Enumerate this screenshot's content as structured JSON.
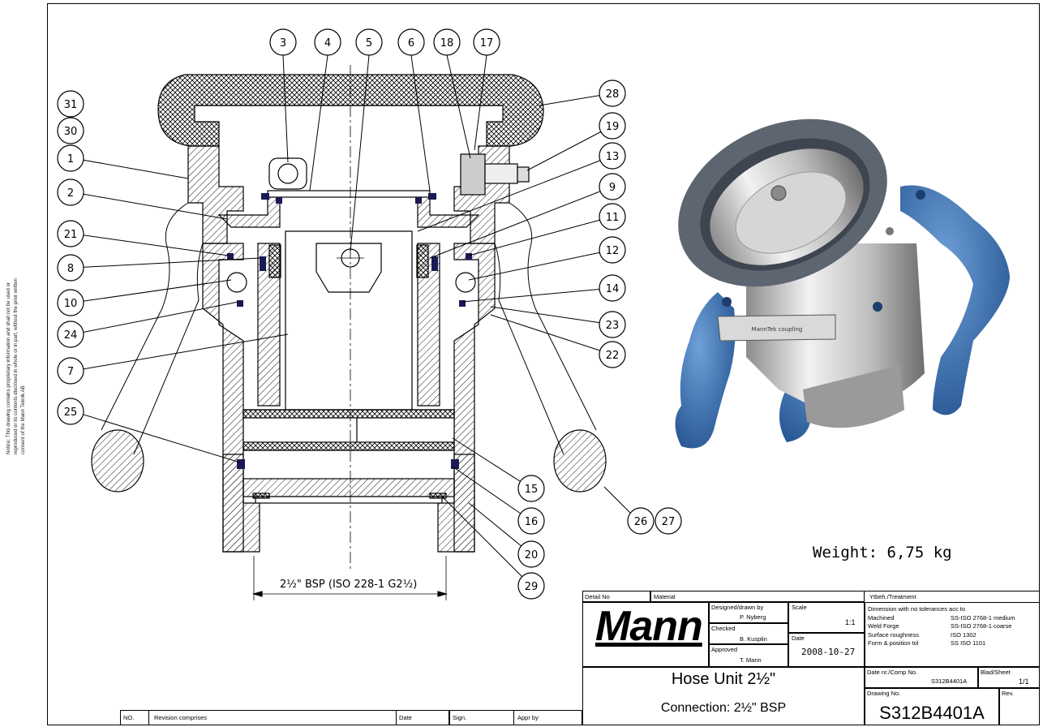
{
  "side_note": "Notice: This drawing contains proprietary information and shall not be used or reproduced or its contents disclosed in whole or in part, without the prior written consent of the Mann Teknik AB",
  "balloons_top": [
    "3",
    "4",
    "5",
    "6",
    "18",
    "17"
  ],
  "balloons_left": [
    "31",
    "30",
    "1",
    "2",
    "21",
    "8",
    "10",
    "24",
    "7",
    "25"
  ],
  "balloons_right": [
    "28",
    "19",
    "13",
    "9",
    "11",
    "12",
    "14",
    "23",
    "22"
  ],
  "balloons_bottom": [
    "15",
    "16",
    "20",
    "29"
  ],
  "balloon_26_27": [
    "26",
    "27"
  ],
  "dimension_text": "2½\" BSP (ISO 228-1 G2½)",
  "weight": "Weight: 6,75 kg",
  "product_plate": "MannTek coupling",
  "revision_block": {
    "no": "NO.",
    "revision_comprises": "Revision comprises",
    "date": "Date",
    "sign": "Sign.",
    "appr_by": "Appr by"
  },
  "title_block": {
    "detail_no_label": "Detail No",
    "material_label": "Material",
    "surface_label": "Ytbeh./Treatment",
    "logo": "Mann",
    "designed_label": "Designed/drawn by",
    "designed_by": "P. Nyberg",
    "checked_label": "Checked",
    "checked_by": "B. Kusplin",
    "approved_label": "Approved",
    "approved_by": "T. Mann",
    "scale_label": "Scale",
    "scale": "1:1",
    "date_label": "Date",
    "date": "2008-10-27",
    "tolerances_title": "Dimension with no tolerances acc to",
    "tol_rows": [
      {
        "k": "Machined",
        "v": "SS-ISO 2768-1 medium"
      },
      {
        "k": "Weld Forge",
        "v": "SS-ISO 2768-1 coarse"
      },
      {
        "k": "Surface roughness",
        "v": "ISO 1302"
      },
      {
        "k": "Form & position tol",
        "v": "SS ISO 1101"
      }
    ],
    "title": "Hose Unit 2½\"",
    "subtitle": "Connection: 2½\" BSP",
    "comp_no_label": "Date nr./Comp No.",
    "comp_no": "S312B4401A",
    "sheet_label": "Blad/Sheet",
    "sheet": "1/1",
    "drawing_no_label": "Drawing No.",
    "rev_label": "Rev.",
    "drawing_no": "S312B4401A"
  }
}
